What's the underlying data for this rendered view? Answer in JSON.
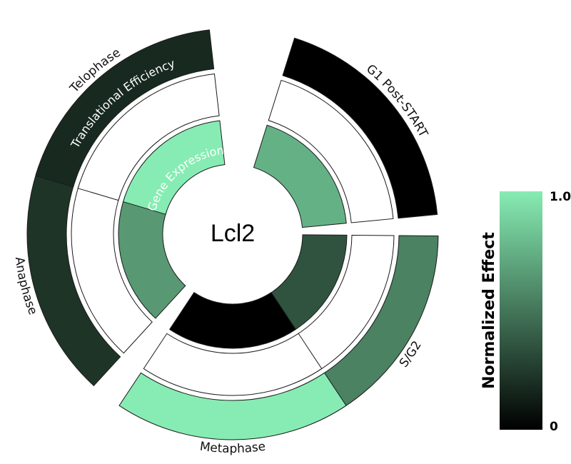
{
  "chart_data": {
    "type": "radial-heatmap",
    "center_label": "Lcl2",
    "phases": [
      "G1 Post-START",
      "S/G2",
      "Metaphase",
      "Anaphase",
      "Telophase"
    ],
    "rings": [
      {
        "name": "Gene Expression",
        "values": [
          0.75,
          0.35,
          0.0,
          0.65,
          1.0
        ]
      },
      {
        "name": "",
        "values": [
          null,
          null,
          null,
          null,
          null
        ]
      },
      {
        "name": "Translational Efficiency",
        "values": [
          0.0,
          0.55,
          1.0,
          0.22,
          0.18
        ]
      }
    ],
    "colorbar": {
      "title": "Normalized Effect",
      "min_label": "0",
      "max_label": "1.0",
      "min_color": "#000000",
      "max_color": "#87ecb3"
    }
  }
}
